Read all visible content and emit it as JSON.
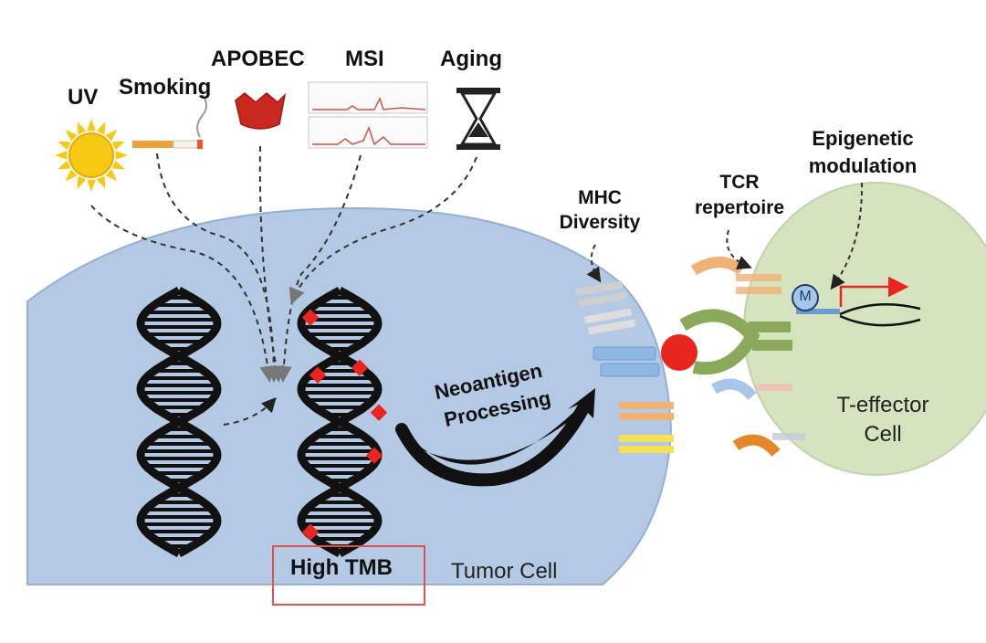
{
  "sources": {
    "uv": "UV",
    "smoking": "Smoking",
    "apobec": "APOBEC",
    "msi": "MSI",
    "aging": "Aging"
  },
  "labels": {
    "mhc_diversity_line1": "MHC",
    "mhc_diversity_line2": "Diversity",
    "tcr_line1": "TCR",
    "tcr_line2": "repertoire",
    "epigenetic_line1": "Epigenetic",
    "epigenetic_line2": "modulation",
    "neoantigen_line1": "Neoantigen",
    "neoantigen_line2": "Processing",
    "teffector_line1": "T-effector",
    "teffector_line2": "Cell",
    "tumor_cell": "Tumor Cell",
    "high_tmb": "High TMB",
    "methyl_marker": "M"
  },
  "colors": {
    "tumor_cell": "#b3c9e4",
    "tcell": "#d6e3bf",
    "mutation": "#e8261f",
    "sun": "#f7c912",
    "apobec": "#c8281e",
    "highlight_box": "#e0524f"
  }
}
